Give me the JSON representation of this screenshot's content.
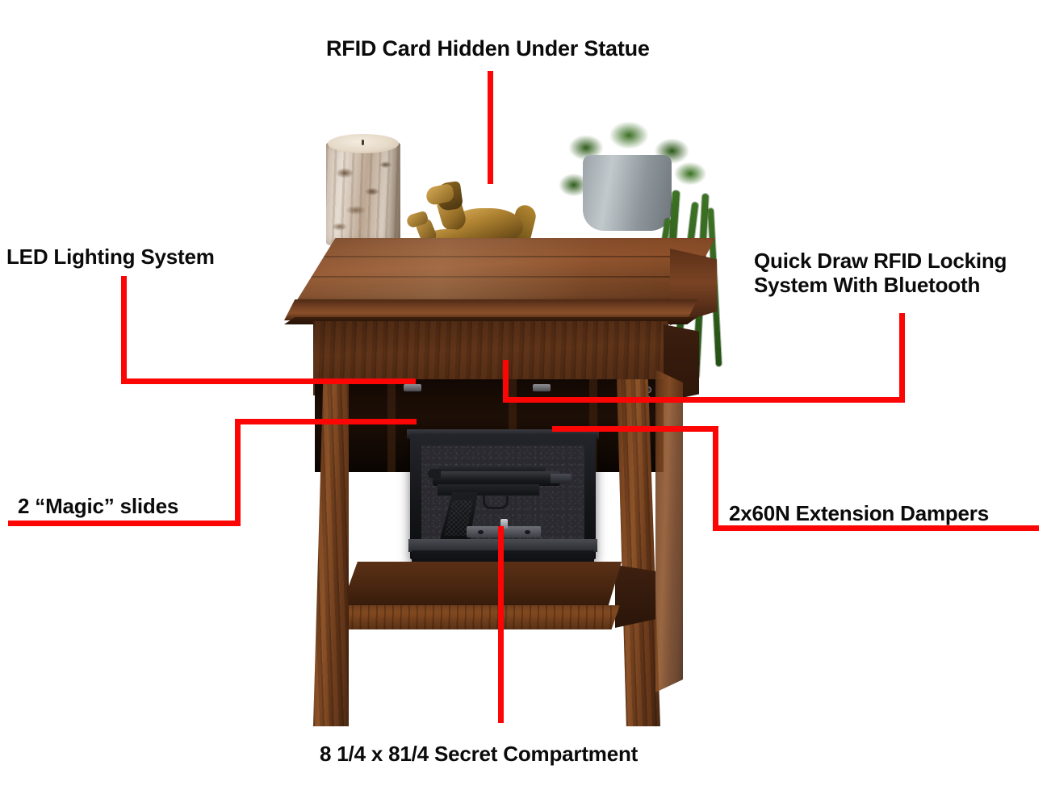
{
  "diagram": {
    "product": "hidden-compartment-end-table",
    "accent_color": "#fc0505",
    "background_color": "#ffffff"
  },
  "callouts": {
    "top": {
      "text": "RFID Card Hidden Under Statue"
    },
    "left_upper": {
      "text": "LED Lighting System"
    },
    "left_lower": {
      "text": "2 “Magic” slides"
    },
    "right_upper": {
      "line1": "Quick Draw RFID Locking",
      "line2": "System With Bluetooth"
    },
    "right_lower": {
      "text": "2x60N Extension Dampers"
    },
    "bottom": {
      "text": "8 1/4 x 81/4 Secret Compartment"
    }
  },
  "photo": {
    "decor": {
      "candle": "birch-bark-pillar-candle",
      "statue": "bronze-horse-and-foal-statue",
      "plant": "trailing-green-plant-in-gray-pot"
    },
    "compartment": {
      "contents": "handgun",
      "lining": "black-foam-padding"
    }
  }
}
